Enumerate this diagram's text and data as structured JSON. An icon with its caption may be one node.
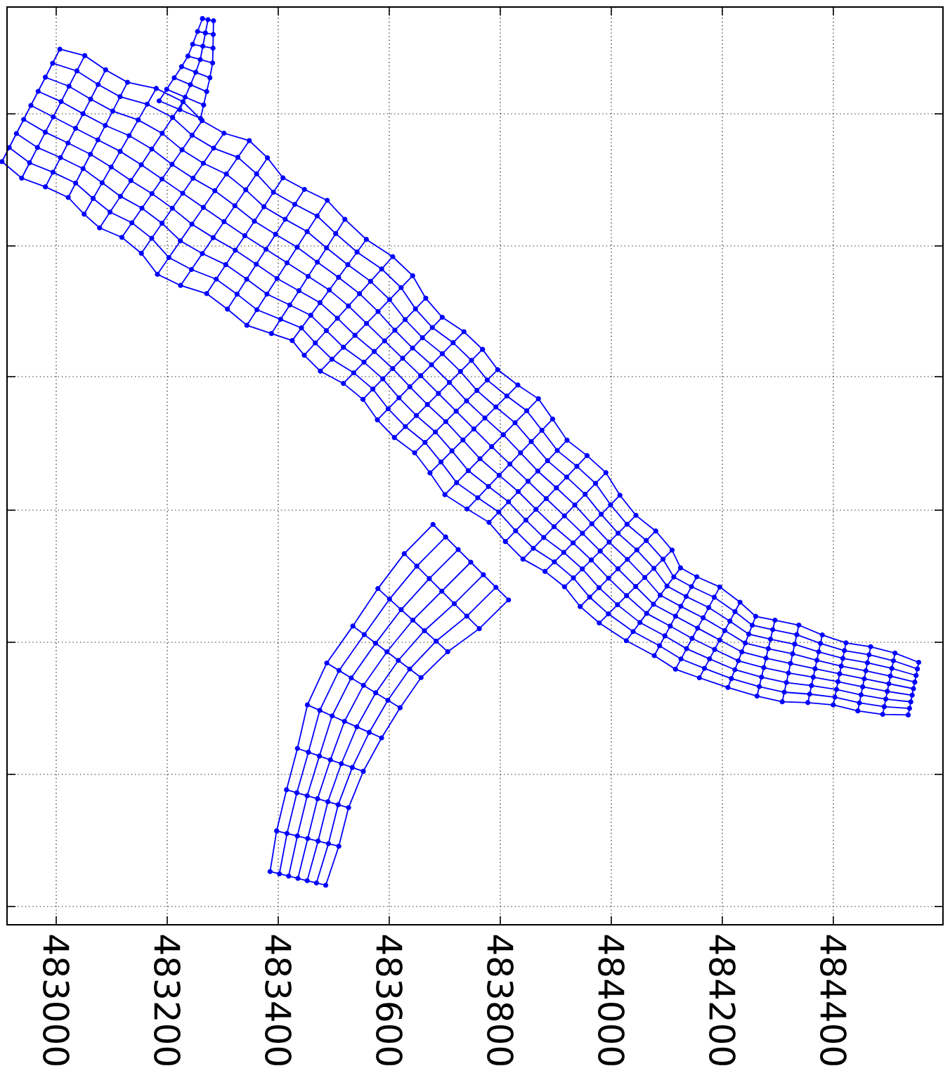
{
  "diagram": {
    "labels": [
      "483000",
      "483200",
      "483400",
      "483600",
      "483800",
      "484000",
      "484200",
      "484400"
    ]
  }
}
